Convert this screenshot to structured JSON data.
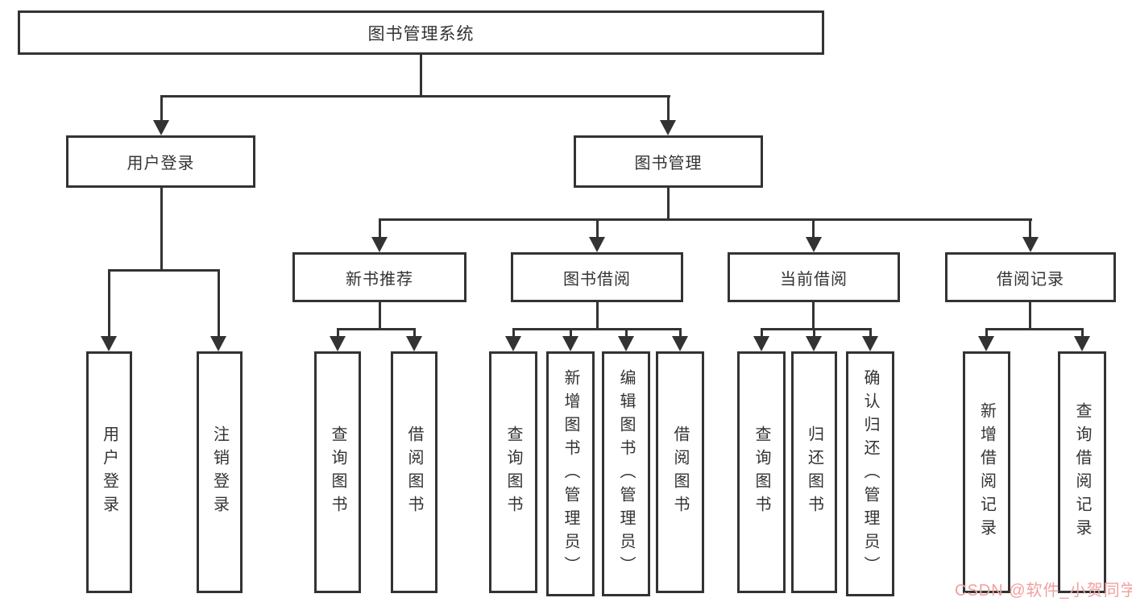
{
  "title": "图书管理系统",
  "colors": {
    "line": "#333333",
    "text": "#333333",
    "watermark": "#f0a0a0",
    "background": "#ffffff"
  },
  "nodes": {
    "root": "图书管理系统",
    "user_login": "用户登录",
    "book_management": "图书管理",
    "new_book_recommend": "新书推荐",
    "book_borrowing": "图书借阅",
    "current_borrowing": "当前借阅",
    "borrowing_records": "借阅记录",
    "user_login_leaf": "用户登录",
    "logout_leaf": "注销登录",
    "nbr_query_books": "查询图书",
    "nbr_borrow_books": "借阅图书",
    "bb_query_books": "查询图书",
    "bb_add_books": "新增图书（管理员）",
    "bb_edit_books": "编辑图书（管理员）",
    "bb_borrow_books": "借阅图书",
    "cb_query_books": "查询图书",
    "cb_return_books": "归还图书",
    "cb_confirm_return": "确认归还（管理员）",
    "br_add_record": "新增借阅记录",
    "br_query_record": "查询借阅记录"
  },
  "hierarchy": {
    "图书管理系统": [
      "用户登录",
      "图书管理"
    ],
    "用户登录": [
      "用户登录",
      "注销登录"
    ],
    "图书管理": [
      "新书推荐",
      "图书借阅",
      "当前借阅",
      "借阅记录"
    ],
    "新书推荐": [
      "查询图书",
      "借阅图书"
    ],
    "图书借阅": [
      "查询图书",
      "新增图书（管理员）",
      "编辑图书（管理员）",
      "借阅图书"
    ],
    "当前借阅": [
      "查询图书",
      "归还图书",
      "确认归还（管理员）"
    ],
    "借阅记录": [
      "新增借阅记录",
      "查询借阅记录"
    ]
  },
  "watermark": {
    "text": "CSDN @软件_小贺同学"
  }
}
